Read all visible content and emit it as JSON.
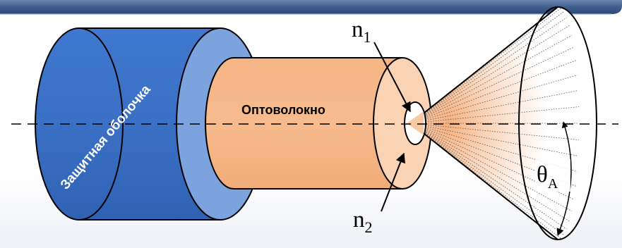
{
  "diagram": {
    "protective_sheath_label": "Защитная оболочка",
    "fiber_label": "Оптоволокно",
    "core_index": {
      "base": "n",
      "sub": "1"
    },
    "cladding_index": {
      "base": "n",
      "sub": "2"
    },
    "acceptance_angle": {
      "base": "θ",
      "sub": "A"
    }
  },
  "colors": {
    "sheath_dark": "#3B71C6",
    "sheath_ring": "#7CA3DE",
    "fiber_body": "#F7B98A",
    "fiber_face": "#FAD2B4",
    "core_fill": "#FFFFFF",
    "header_bar": "#3F5E8C",
    "outline": "#000000"
  }
}
